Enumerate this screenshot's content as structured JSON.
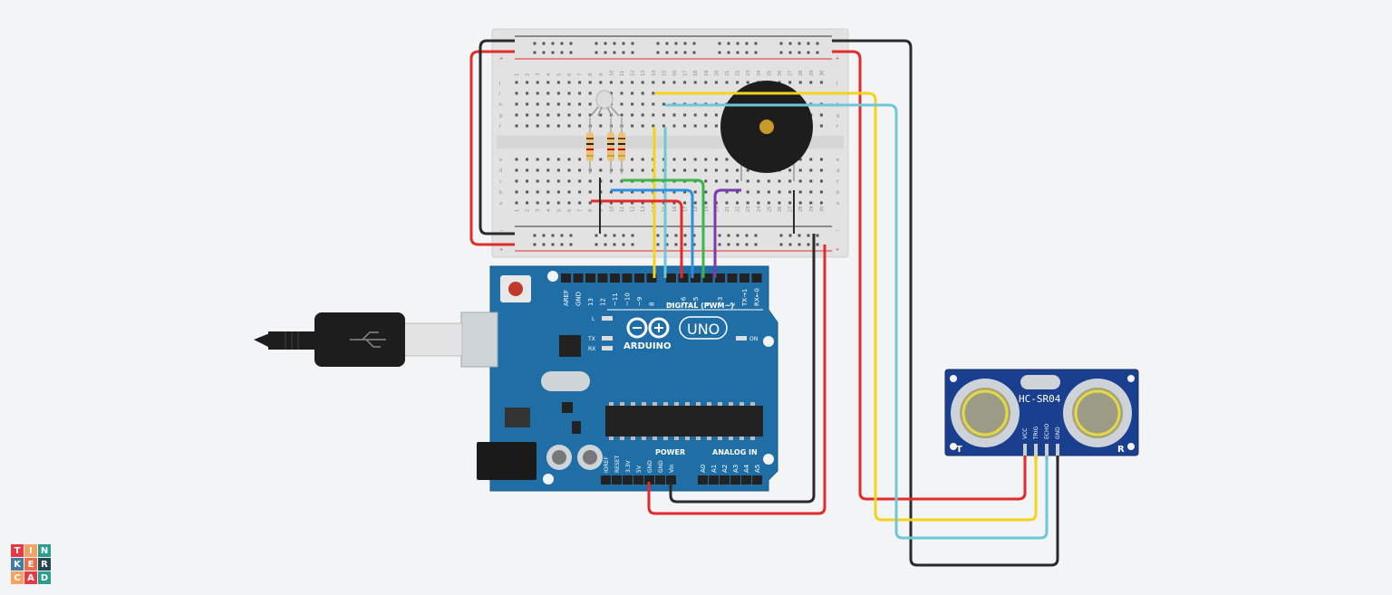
{
  "app": {
    "logo_letters": [
      "T",
      "I",
      "N",
      "K",
      "E",
      "R",
      "C",
      "A",
      "D"
    ],
    "logo_colors": [
      "#e63946",
      "#f4a261",
      "#2a9d8f",
      "#457b9d",
      "#e76f51",
      "#264653",
      "#f4a261",
      "#e63946",
      "#2a9d8f"
    ]
  },
  "breadboard": {
    "row_letters_top": [
      "j",
      "i",
      "h",
      "g",
      "f"
    ],
    "row_letters_bottom": [
      "e",
      "d",
      "c",
      "b",
      "a"
    ],
    "column_numbers": [
      "1",
      "2",
      "3",
      "4",
      "5",
      "6",
      "7",
      "8",
      "9",
      "10",
      "11",
      "12",
      "13",
      "14",
      "15",
      "16",
      "17",
      "18",
      "19",
      "20",
      "21",
      "22",
      "23",
      "24",
      "25",
      "26",
      "27",
      "28",
      "29",
      "30"
    ],
    "rail_plus": "+",
    "rail_minus": "−"
  },
  "arduino": {
    "brand": "ARDUINO",
    "model": "UNO",
    "digital_label": "DIGITAL (PWM~)",
    "power_label": "POWER",
    "analog_label": "ANALOG IN",
    "led_l": "L",
    "led_tx": "TX",
    "led_rx": "RX",
    "led_on": "ON",
    "digital_pins": [
      "AREF",
      "GND",
      "13",
      "12",
      "~11",
      "~10",
      "~9",
      "8",
      "7",
      "~6",
      "~5",
      "4",
      "~3",
      "2",
      "TX→1",
      "RX←0"
    ],
    "power_pins": [
      "IOREF",
      "RESET",
      "3.3V",
      "5V",
      "GND",
      "GND",
      "Vin"
    ],
    "analog_pins": [
      "A0",
      "A1",
      "A2",
      "A3",
      "A4",
      "A5"
    ]
  },
  "sensor": {
    "name": "HC-SR04",
    "pins": [
      "Vcc",
      "Trig",
      "Echo",
      "Gnd"
    ],
    "left_mark": "T",
    "right_mark": "R"
  },
  "colors": {
    "red": "#e22b2b",
    "black": "#2a2a2a",
    "yellow": "#f6d31b",
    "cyan": "#6ec6d6",
    "blue": "#2d8fe0",
    "green": "#3bb54a",
    "purple": "#7a3ab0",
    "arduino_blue": "#1f6fa6"
  }
}
